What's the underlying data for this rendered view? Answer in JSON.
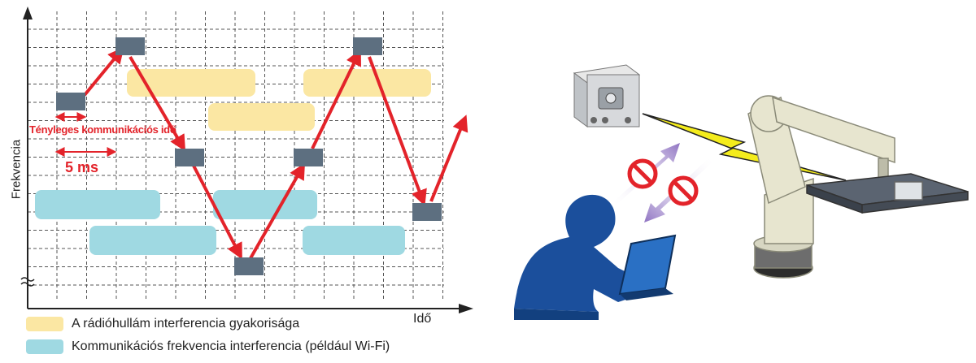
{
  "diagram": {
    "y_axis_label": "Frekvencia",
    "x_axis_label": "Idő",
    "actual_comm_time_label": "Tényleges kommunikációs idő",
    "interval_label": "5 ms",
    "legend": [
      {
        "label": "A rádióhullám interferencia gyakorisága",
        "color": "#fbe7a3"
      },
      {
        "label": "Kommunikációs frekvencia interferencia (például Wi-Fi)",
        "color": "#9fd9e2"
      }
    ]
  },
  "colors": {
    "hop_arrow": "#e3232a",
    "channel_block": "#5d6f80",
    "grid": "#555555",
    "radio_link": "#f4ec1c",
    "blocked_icon": "#e3232a",
    "user_silhouette": "#1b4f9c",
    "robot_body": "#e7e5cf",
    "access_arrow": "#9b7fc4"
  },
  "icons": [
    "wireless-unit-icon",
    "robot-arm-icon",
    "laptop-user-icon",
    "prohibited-icon",
    "lightning-link-icon"
  ]
}
